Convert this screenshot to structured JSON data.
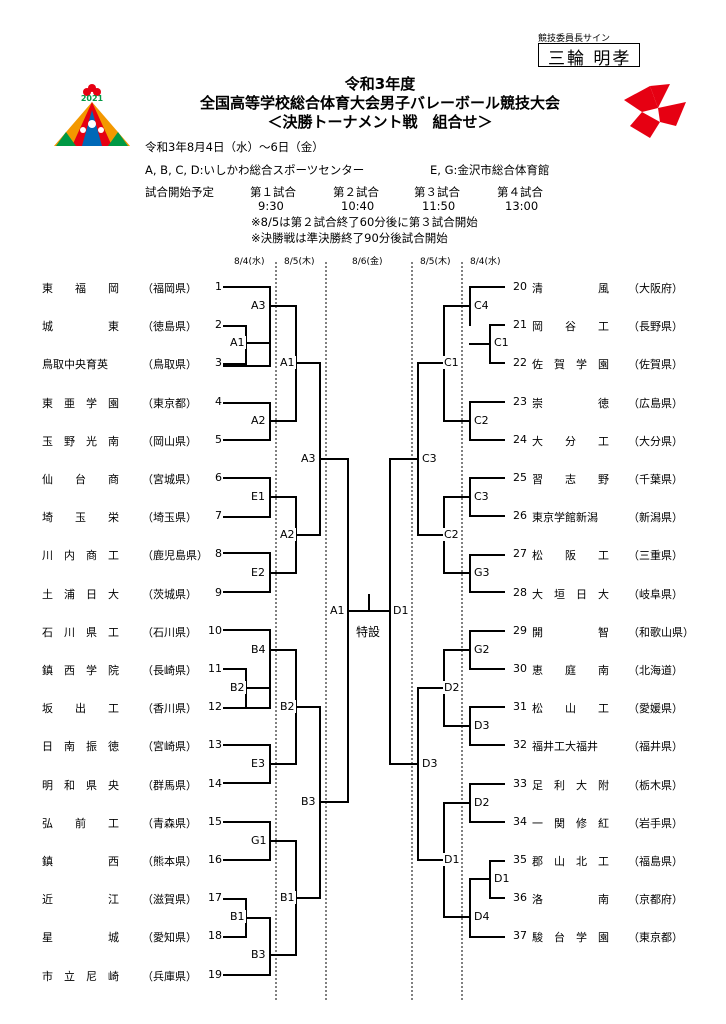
{
  "signature": {
    "label": "競技委員長サイン",
    "name": "三輪 明孝"
  },
  "logo": {
    "year": "2021"
  },
  "header": {
    "line1": "令和3年度",
    "line2": "全国高等学校総合体育大会男子バレーボール競技大会",
    "line3": "＜決勝トーナメント戦　組合せ＞"
  },
  "info": {
    "period": "令和3年8月4日（水）～6日（金）",
    "venue1": "A, B, C, D:いしかわ総合スポーツセンター",
    "venue2": "E, G:金沢市総合体育館",
    "schedule_label": "試合開始予定",
    "match1_label": "第１試合",
    "match1_time": "9:30",
    "match2_label": "第２試合",
    "match2_time": "10:40",
    "match3_label": "第３試合",
    "match3_time": "11:50",
    "match4_label": "第４試合",
    "match4_time": "13:00",
    "note1": "※8/5は第２試合終了60分後に第３試合開始",
    "note2": "※決勝戦は準決勝終了90分後試合開始"
  },
  "dates": [
    "8/4(水)",
    "8/5(木)",
    "8/6(金)",
    "8/5(木)",
    "8/4(水)"
  ],
  "left_teams": [
    {
      "num": "1",
      "name": "東　　福　　岡",
      "pref": "（福岡県）"
    },
    {
      "num": "2",
      "name": "城　　　　　東",
      "pref": "（徳島県）"
    },
    {
      "num": "3",
      "name": "鳥取中央育英",
      "pref": "（鳥取県）"
    },
    {
      "num": "4",
      "name": "東　亜　学　園",
      "pref": "（東京都）"
    },
    {
      "num": "5",
      "name": "玉　野　光　南",
      "pref": "（岡山県）"
    },
    {
      "num": "6",
      "name": "仙　　台　　商",
      "pref": "（宮城県）"
    },
    {
      "num": "7",
      "name": "埼　　玉　　栄",
      "pref": "（埼玉県）"
    },
    {
      "num": "8",
      "name": "川　内　商　工",
      "pref": "（鹿児島県）"
    },
    {
      "num": "9",
      "name": "土　浦　日　大",
      "pref": "（茨城県）"
    },
    {
      "num": "10",
      "name": "石　川　県　工",
      "pref": "（石川県）"
    },
    {
      "num": "11",
      "name": "鎮　西　学　院",
      "pref": "（長崎県）"
    },
    {
      "num": "12",
      "name": "坂　　出　　工",
      "pref": "（香川県）"
    },
    {
      "num": "13",
      "name": "日　南　振　徳",
      "pref": "（宮崎県）"
    },
    {
      "num": "14",
      "name": "明　和　県　央",
      "pref": "（群馬県）"
    },
    {
      "num": "15",
      "name": "弘　　前　　工",
      "pref": "（青森県）"
    },
    {
      "num": "16",
      "name": "鎮　　　　　西",
      "pref": "（熊本県）"
    },
    {
      "num": "17",
      "name": "近　　　　　江",
      "pref": "（滋賀県）"
    },
    {
      "num": "18",
      "name": "星　　　　　城",
      "pref": "（愛知県）"
    },
    {
      "num": "19",
      "name": "市　立　尼　崎",
      "pref": "（兵庫県）"
    }
  ],
  "right_teams": [
    {
      "num": "20",
      "name": "清　　　　　風",
      "pref": "（大阪府）"
    },
    {
      "num": "21",
      "name": "岡　　谷　　工",
      "pref": "（長野県）"
    },
    {
      "num": "22",
      "name": "佐　賀　学　園",
      "pref": "（佐賀県）"
    },
    {
      "num": "23",
      "name": "崇　　　　　徳",
      "pref": "（広島県）"
    },
    {
      "num": "24",
      "name": "大　　分　　工",
      "pref": "（大分県）"
    },
    {
      "num": "25",
      "name": "習　　志　　野",
      "pref": "（千葉県）"
    },
    {
      "num": "26",
      "name": "東京学館新潟",
      "pref": "（新潟県）"
    },
    {
      "num": "27",
      "name": "松　　阪　　工",
      "pref": "（三重県）"
    },
    {
      "num": "28",
      "name": "大　垣　日　大",
      "pref": "（岐阜県）"
    },
    {
      "num": "29",
      "name": "開　　　　　智",
      "pref": "（和歌山県）"
    },
    {
      "num": "30",
      "name": "恵　　庭　　南",
      "pref": "（北海道）"
    },
    {
      "num": "31",
      "name": "松　　山　　工",
      "pref": "（愛媛県）"
    },
    {
      "num": "32",
      "name": "福井工大福井",
      "pref": "（福井県）"
    },
    {
      "num": "33",
      "name": "足　利　大　附",
      "pref": "（栃木県）"
    },
    {
      "num": "34",
      "name": "一　関　修　紅",
      "pref": "（岩手県）"
    },
    {
      "num": "35",
      "name": "郡　山　北　工",
      "pref": "（福島県）"
    },
    {
      "num": "36",
      "name": "洛　　　　　南",
      "pref": "（京都府）"
    },
    {
      "num": "37",
      "name": "駿　台　学　園",
      "pref": "（東京都）"
    }
  ],
  "codes": {
    "l_a3": "A3",
    "l_a1": "A1",
    "l_a2": "A2",
    "l_e1": "E1",
    "l_e2": "E2",
    "l_b4": "B4",
    "l_b2": "B2",
    "l_e3": "E3",
    "l_g1": "G1",
    "l_b1": "B1",
    "l_b3": "B3",
    "l_r2_a1": "A1",
    "l_r2_a2": "A2",
    "l_r2_b2": "B2",
    "l_r2_b1": "B1",
    "l_r3_a3": "A3",
    "l_r3_b3": "B3",
    "final_a1": "A1",
    "r_c4": "C4",
    "r_c1": "C1",
    "r_c2": "C2",
    "r_c3": "C3",
    "r_g3": "G3",
    "r_g2": "G2",
    "r_d3": "D3",
    "r_d2": "D2",
    "r_d1": "D1",
    "r_d4": "D4",
    "r_r2_c1": "C1",
    "r_r2_c2": "C2",
    "r_r2_d2": "D2",
    "r_r2_d1": "D1",
    "r_r3_c3": "C3",
    "r_r3_d3": "D3",
    "final_d1": "D1"
  },
  "final_label": "特設",
  "colors": {
    "logo_red": "#e60012",
    "logo_orange": "#f39800",
    "logo_green": "#009944",
    "logo_blue": "#0068b7"
  }
}
